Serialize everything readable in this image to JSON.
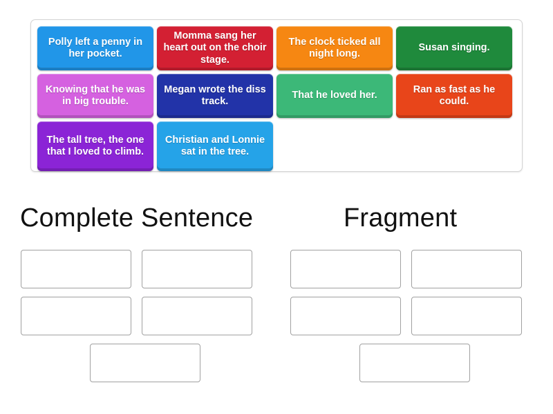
{
  "activity": {
    "type": "group-sort",
    "tray_rows": [
      [
        {
          "text": "Polly left a penny in her pocket.",
          "color": "#2196e8",
          "name": "tile-polly-penny"
        },
        {
          "text": "Momma sang her heart out on the choir stage.",
          "color": "#d32033",
          "name": "tile-momma-sang"
        },
        {
          "text": "The clock ticked all night long.",
          "color": "#f68712",
          "name": "tile-clock-ticked"
        },
        {
          "text": "Susan singing.",
          "color": "#1f8a3c",
          "name": "tile-susan-singing"
        }
      ],
      [
        {
          "text": "Knowing that he was in big trouble.",
          "color": "#d561e0",
          "name": "tile-knowing-trouble"
        },
        {
          "text": "Megan wrote the diss track.",
          "color": "#2233a8",
          "name": "tile-megan-diss-track"
        },
        {
          "text": "That he loved her.",
          "color": "#3cb878",
          "name": "tile-that-he-loved-her"
        },
        {
          "text": "Ran as fast as he could.",
          "color": "#e8451a",
          "name": "tile-ran-as-fast"
        }
      ],
      [
        {
          "text": "The tall tree, the one that I loved to climb.",
          "color": "#8b24d6",
          "name": "tile-tall-tree"
        },
        {
          "text": "Christian and Lonnie sat in the tree.",
          "color": "#25a3e8",
          "name": "tile-christian-lonnie"
        }
      ]
    ],
    "categories": [
      {
        "heading": "Complete Sentence",
        "name": "category-complete-sentence",
        "slot_rows": [
          2,
          2,
          1
        ]
      },
      {
        "heading": "Fragment",
        "name": "category-fragment",
        "slot_rows": [
          2,
          2,
          1
        ]
      }
    ]
  },
  "colors": {
    "page_background": "#ffffff",
    "tray_border": "#d4d4d4",
    "slot_border": "#a0a0a0",
    "heading_text": "#111111",
    "tile_text": "#ffffff"
  }
}
